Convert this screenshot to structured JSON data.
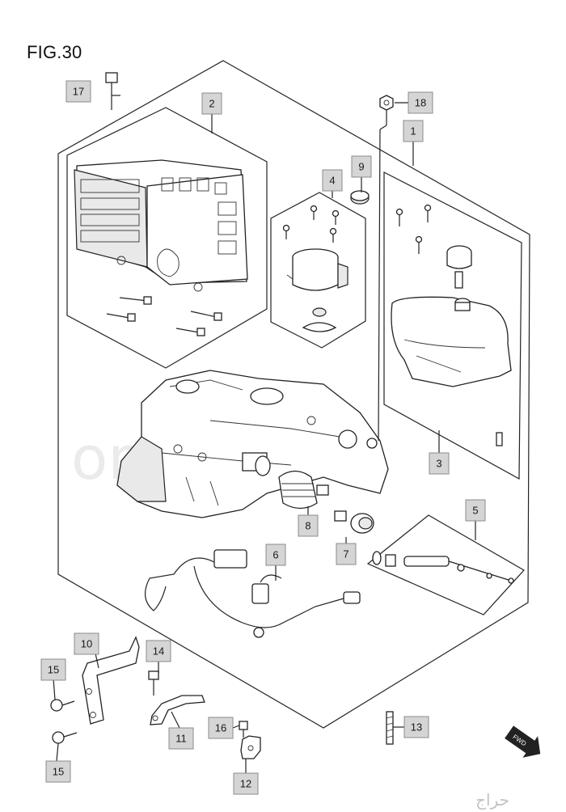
{
  "figure": {
    "title": "FIG.30"
  },
  "watermark": {
    "text": "om ts.com",
    "logo_text": "حراج"
  },
  "arrow_badge": {
    "text": "FWD"
  },
  "callouts": [
    {
      "id": "c1",
      "label": "1"
    },
    {
      "id": "c2",
      "label": "2"
    },
    {
      "id": "c3",
      "label": "3"
    },
    {
      "id": "c4",
      "label": "4"
    },
    {
      "id": "c5",
      "label": "5"
    },
    {
      "id": "c6",
      "label": "6"
    },
    {
      "id": "c7",
      "label": "7"
    },
    {
      "id": "c8",
      "label": "8"
    },
    {
      "id": "c9",
      "label": "9"
    },
    {
      "id": "c10",
      "label": "10"
    },
    {
      "id": "c11",
      "label": "11"
    },
    {
      "id": "c12",
      "label": "12"
    },
    {
      "id": "c13",
      "label": "13"
    },
    {
      "id": "c14",
      "label": "14"
    },
    {
      "id": "c15a",
      "label": "15"
    },
    {
      "id": "c15b",
      "label": "15"
    },
    {
      "id": "c16",
      "label": "16"
    },
    {
      "id": "c17",
      "label": "17"
    },
    {
      "id": "c18",
      "label": "18"
    }
  ]
}
